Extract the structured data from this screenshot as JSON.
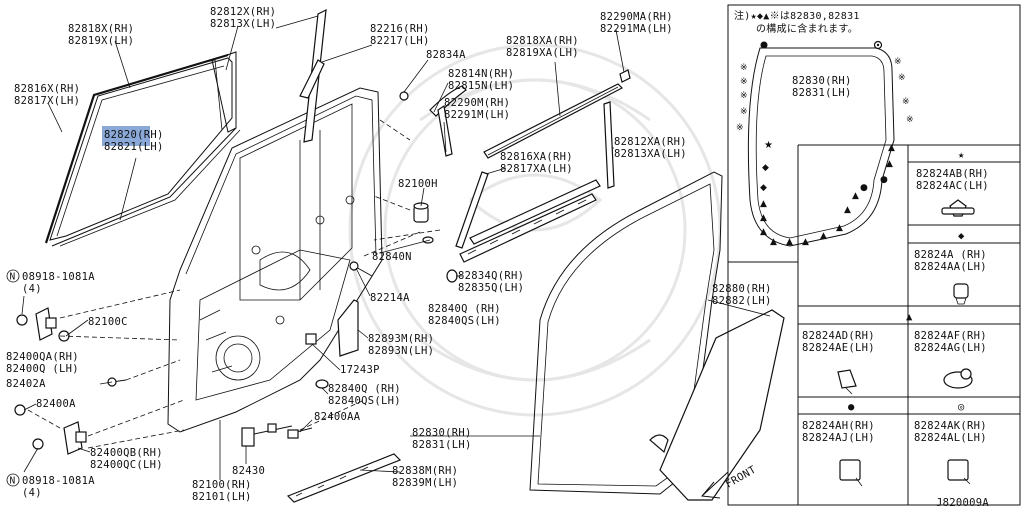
{
  "callouts": {
    "c82818x": [
      "82818X(RH)",
      "82819X(LH)"
    ],
    "c82816x": [
      "82816X(RH)",
      "82817X(LH)"
    ],
    "c82820": [
      "82820(RH)",
      "82821(LH)"
    ],
    "c82812x": [
      "82812X(RH)",
      "82813X(LH)"
    ],
    "c82216": [
      "82216(RH)",
      "82217(LH)"
    ],
    "c82834a": [
      "82834A"
    ],
    "c82814n": [
      "82814N(RH)",
      "82815N(LH)"
    ],
    "c82290m": [
      "82290M(RH)",
      "82291M(LH)"
    ],
    "c82818xa": [
      "82818XA(RH)",
      "82819XA(LH)"
    ],
    "c82290ma": [
      "82290MA(RH)",
      "82291MA(LH)"
    ],
    "c82812xa": [
      "82812XA(RH)",
      "82813XA(LH)"
    ],
    "c82816xa": [
      "82816XA(RH)",
      "82817XA(LH)"
    ],
    "c82100h": [
      "82100H"
    ],
    "c82840n": [
      "82840N"
    ],
    "c82834q": [
      "82834Q(RH)",
      "82835Q(LH)"
    ],
    "c82840q1": [
      "82840Q (RH)",
      "82840QS(LH)"
    ],
    "c82214a": [
      "82214A"
    ],
    "c82893m": [
      "82893M(RH)",
      "82893N(LH)"
    ],
    "c17243p": [
      "17243P"
    ],
    "c82840q2": [
      "82840Q (RH)",
      "82840QS(LH)"
    ],
    "c82400aa": [
      "82400AA"
    ],
    "c82830": [
      "82830(RH)",
      "82831(LH)"
    ],
    "c82838m": [
      "82838M(RH)",
      "82839M(LH)"
    ],
    "c82430": [
      "82430"
    ],
    "c82100": [
      "82100(RH)",
      "82101(LH)"
    ],
    "c82880": [
      "82880(RH)",
      "82882(LH)"
    ],
    "c08918a": [
      "08918-1081A",
      "(4)"
    ],
    "c82100c": [
      "82100C"
    ],
    "c82400qa": [
      "82400QA(RH)",
      "82400Q (LH)"
    ],
    "c82402a": [
      "82402A"
    ],
    "c82400a": [
      "82400A"
    ],
    "c82400qb": [
      "82400QB(RH)",
      "82400QC(LH)"
    ],
    "c08918b": [
      "08918-1081A",
      "(4)"
    ]
  },
  "highlight": {
    "code": "82820",
    "color": "#8aa8d8"
  },
  "inset": {
    "note_line1": "注)★◆▲※は82830,82831",
    "note_line2": "の構成に含まれます。",
    "seal_label": [
      "82830(RH)",
      "82831(LH)"
    ]
  },
  "clip_table": [
    {
      "symbol": "★",
      "left": [
        "82824AB(RH)",
        "82824AC(LH)"
      ]
    },
    {
      "symbol": "◆",
      "left": [
        "82824A (RH)",
        "82824AA(LH)"
      ]
    },
    {
      "symbol": "▲",
      "left": [
        "82824AD(RH)",
        "82824AE(LH)"
      ],
      "right": [
        "82824AF(RH)",
        "82824AG(LH)"
      ]
    },
    {
      "symbol": "●",
      "left": [
        "82824AH(RH)",
        "82824AJ(LH)"
      ]
    },
    {
      "symbol": "◎",
      "right": [
        "82824AK(RH)",
        "82824AL(LH)"
      ]
    }
  ],
  "front_label": "FRONT",
  "circle_n": "N",
  "diagram_code": "J820009A"
}
